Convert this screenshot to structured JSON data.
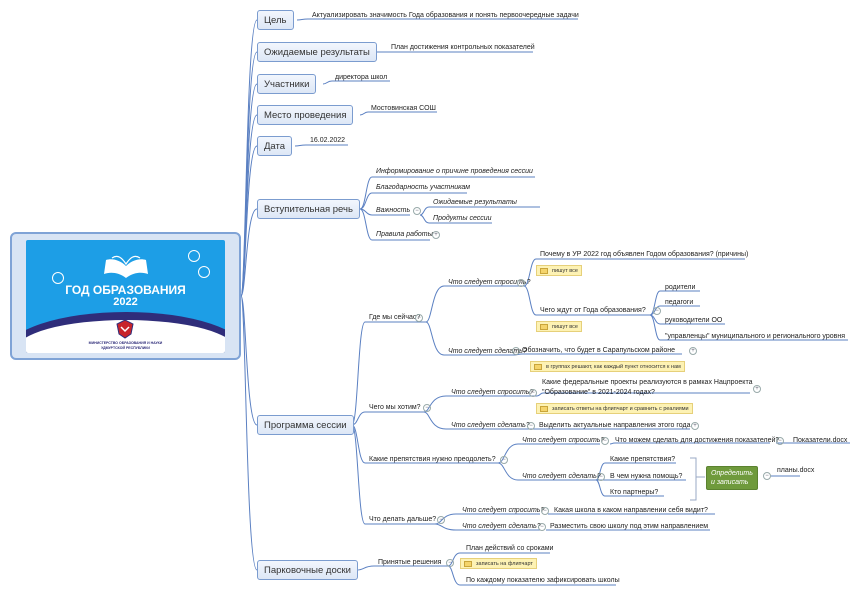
{
  "central": {
    "banner_title_line1": "ГОД ОБРАЗОВАНИЯ",
    "banner_title_line2": "2022",
    "banner_ministry_line1": "МИНИСТЕРСТВО ОБРАЗОВАНИЯ И НАУКИ",
    "banner_ministry_line2": "УДМУРТСКОЙ РЕСПУБЛИКИ"
  },
  "branches": {
    "goal": {
      "label": "Цель",
      "text": "Актуализировать значимость Года образования и понять первоочередные задачи"
    },
    "results": {
      "label": "Ожидаемые результаты",
      "text": "План достижения контрольных показателей"
    },
    "participants": {
      "label": "Участники",
      "text": "директора школ"
    },
    "venue": {
      "label": "Место проведения",
      "text": "Мостовинская СОШ"
    },
    "date": {
      "label": "Дата",
      "text": "16.02.2022"
    },
    "intro": {
      "label": "Вступительная речь",
      "items": [
        "Информирование о причине проведения сессии",
        "Благодарность участникам",
        "Важность",
        "Правила работы"
      ],
      "importance_sub": [
        "Ожидаемые результаты",
        "Продукты сессии"
      ]
    },
    "program": {
      "label": "Программа сессии",
      "where_now": {
        "label": "Где мы сейчас?",
        "ask": "Что следует спросить?",
        "q1": "Почему в УР 2022 год объявлен Годом образования? (причины)",
        "note_all": "пишут все",
        "q2": "Чего ждут от Года образования?",
        "q2_items": [
          "родители",
          "педагоги",
          "руководители ОО",
          "\"управленцы\" муниципального и регионального уровня"
        ],
        "do": "Что следует сделать?",
        "do_text": "Обозначить, что будет в Сарапульском районе",
        "do_note": "в группах решают, как каждый пункт относится к нам"
      },
      "where_want": {
        "label": "Чего мы хотим?",
        "ask": "Что следует спросить?",
        "q_line1": "Какие федеральные проекты реализуются в рамках Нацпроекта",
        "q_line2": "\"Образование\" в 2021-2024 годах?",
        "note": "записать ответы на флипчарт и сравнить с реалиями",
        "do": "Что следует сделать?",
        "do_text": "Выделить актуальные направления этого года"
      },
      "obstacles": {
        "label": "Какие препятствия нужно преодолеть?",
        "ask": "Что следует спросить?",
        "ask_text": "Что можем сделать для достижения показателей?",
        "file1": "Показатели.docx",
        "do": "Что следует сделать?",
        "do_items": [
          "Какие препятствия?",
          "В чем нужна помощь?",
          "Кто партнеры?"
        ],
        "action_line1": "Определить",
        "action_line2": "и записать",
        "file2": "планы.docx"
      },
      "next": {
        "label": "Что делать дальше?",
        "ask": "Что следует спросить?",
        "ask_text": "Какая школа в каком направлении себя видит?",
        "do": "Что следует сделать?",
        "do_text": "Разместить свою школу под этим направлением"
      }
    },
    "parking": {
      "label": "Парковочные доски",
      "decisions": "Принятые решения",
      "items": [
        "План действий со сроками",
        "записать на флипчарт",
        "По каждому показателю зафиксировать школы"
      ]
    }
  },
  "colors": {
    "link": "#5b80c2",
    "node_border": "#7b9ccf",
    "note": "#fdf2b4",
    "action": "#6f9a3c"
  }
}
